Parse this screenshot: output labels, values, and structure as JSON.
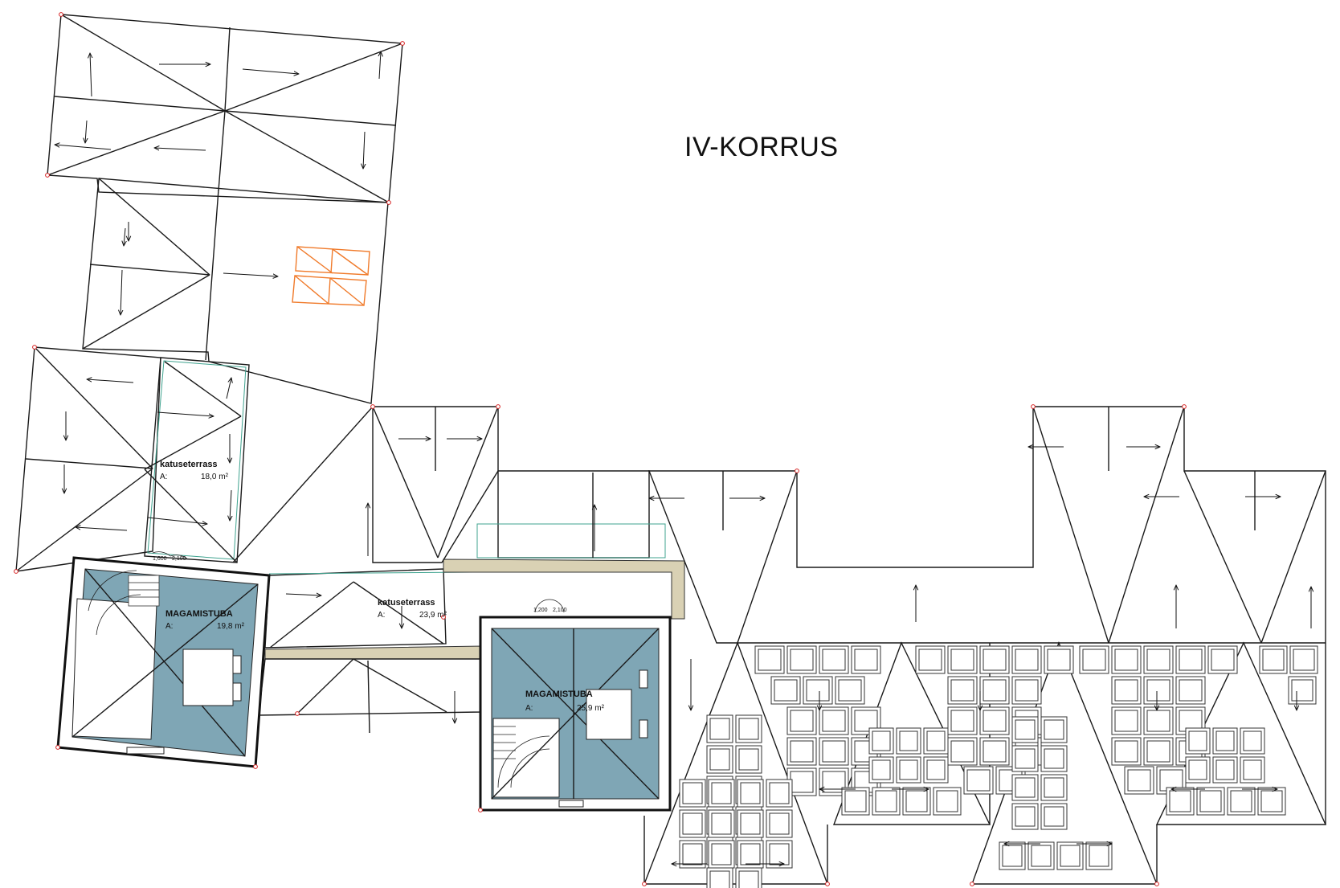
{
  "plan": {
    "title": "IV-KORRUS",
    "rooms": [
      {
        "name": "katuseterrass",
        "area_label": "A:",
        "area_value": "18,0 m²"
      },
      {
        "name": "MAGAMISTUBA",
        "area_label": "A:",
        "area_value": "19,8 m²"
      },
      {
        "name": "katuseterrass",
        "area_label": "A:",
        "area_value": "23,9 m²"
      },
      {
        "name": "MAGAMISTUBA",
        "area_label": "A:",
        "area_value": "25,9 m²"
      }
    ],
    "door_dims": [
      {
        "w": "1,600",
        "h": "2,100"
      },
      {
        "w": "1,200",
        "h": "2,100"
      }
    ],
    "window_color": "#f07a2a",
    "room_fill_color": "#7fa6b5",
    "wall_fill_color": "#d9d1b4",
    "vertex_color": "#d62020",
    "legend_line_color": "#3fa38f",
    "icons": [
      "arrow-icon",
      "vertex-marker-icon",
      "stair-icon",
      "bed-icon",
      "door-swing-icon",
      "skylight-window-icon"
    ]
  }
}
